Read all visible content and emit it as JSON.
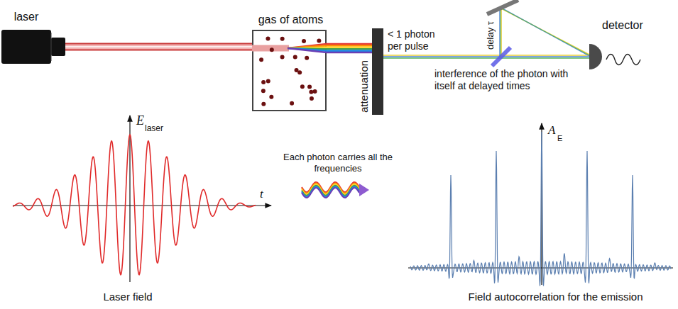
{
  "diagram": {
    "nodes": [
      {
        "text": [
          "laser"
        ]
      },
      {
        "text": [
          "gas of atoms"
        ]
      },
      {
        "text": [
          "attenuation"
        ]
      },
      {
        "text": [
          "detector"
        ]
      }
    ],
    "edges": [
      {
        "from": 0,
        "to": 1,
        "arrow": "none"
      },
      {
        "from": 1,
        "to": 2,
        "arrow": "none"
      },
      {
        "from": 2,
        "to": 3,
        "arrow": "none"
      }
    ],
    "labels": [
      "< 1 photon per pulse",
      "delay τ",
      "interference of the photon with itself at delayed times",
      "E",
      "laser",
      "t",
      "Laser field",
      "Each photon carries all the frequencies",
      "A",
      "E",
      "Field autocorrelation for the emission"
    ]
  }
}
